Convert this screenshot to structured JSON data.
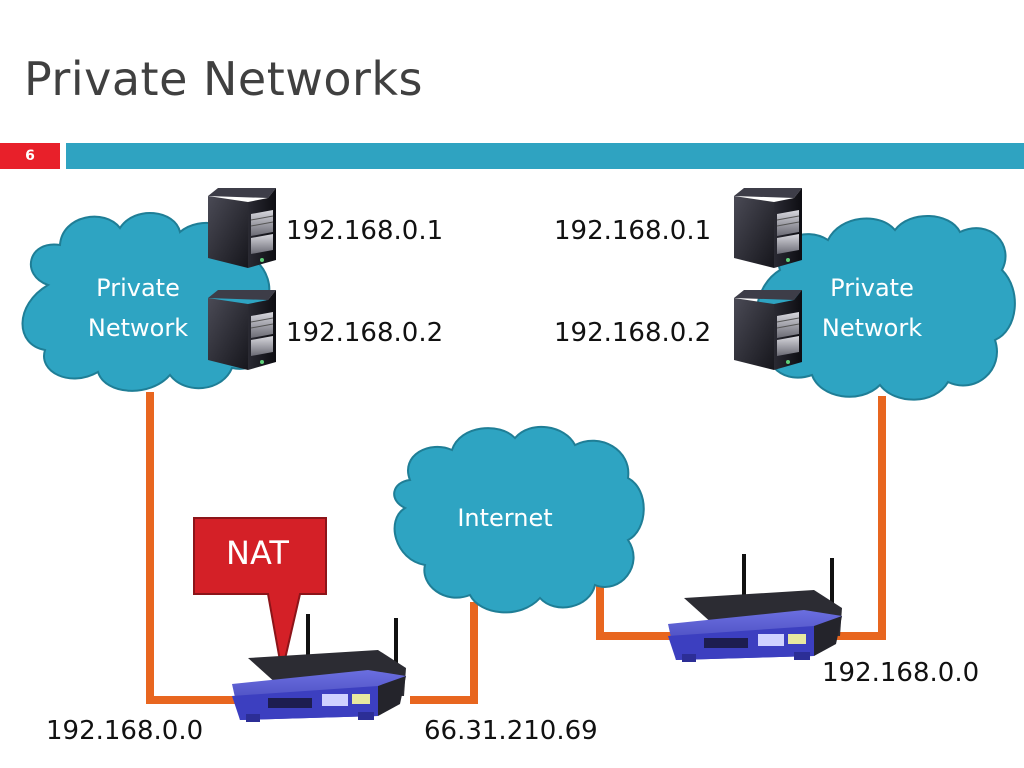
{
  "slide": {
    "title": "Private Networks",
    "number": "6",
    "accent_color": "#2fa3c1",
    "number_color": "#e8202a"
  },
  "diagram": {
    "left_network": {
      "cloud_label_line1": "Private",
      "cloud_label_line2": "Network",
      "hosts": [
        {
          "ip": "192.168.0.1",
          "icon": "server-icon"
        },
        {
          "ip": "192.168.0.2",
          "icon": "server-icon"
        }
      ],
      "network_address": "192.168.0.0"
    },
    "right_network": {
      "cloud_label_line1": "Private",
      "cloud_label_line2": "Network",
      "hosts": [
        {
          "ip": "192.168.0.1",
          "icon": "server-icon"
        },
        {
          "ip": "192.168.0.2",
          "icon": "server-icon"
        }
      ],
      "network_address": "192.168.0.0"
    },
    "internet": {
      "label": "Internet",
      "public_ip": "66.31.210.69"
    },
    "callout": {
      "label": "NAT",
      "color": "#d42027"
    },
    "link_color": "#e8661f",
    "cloud_color": "#2ea4c2"
  }
}
